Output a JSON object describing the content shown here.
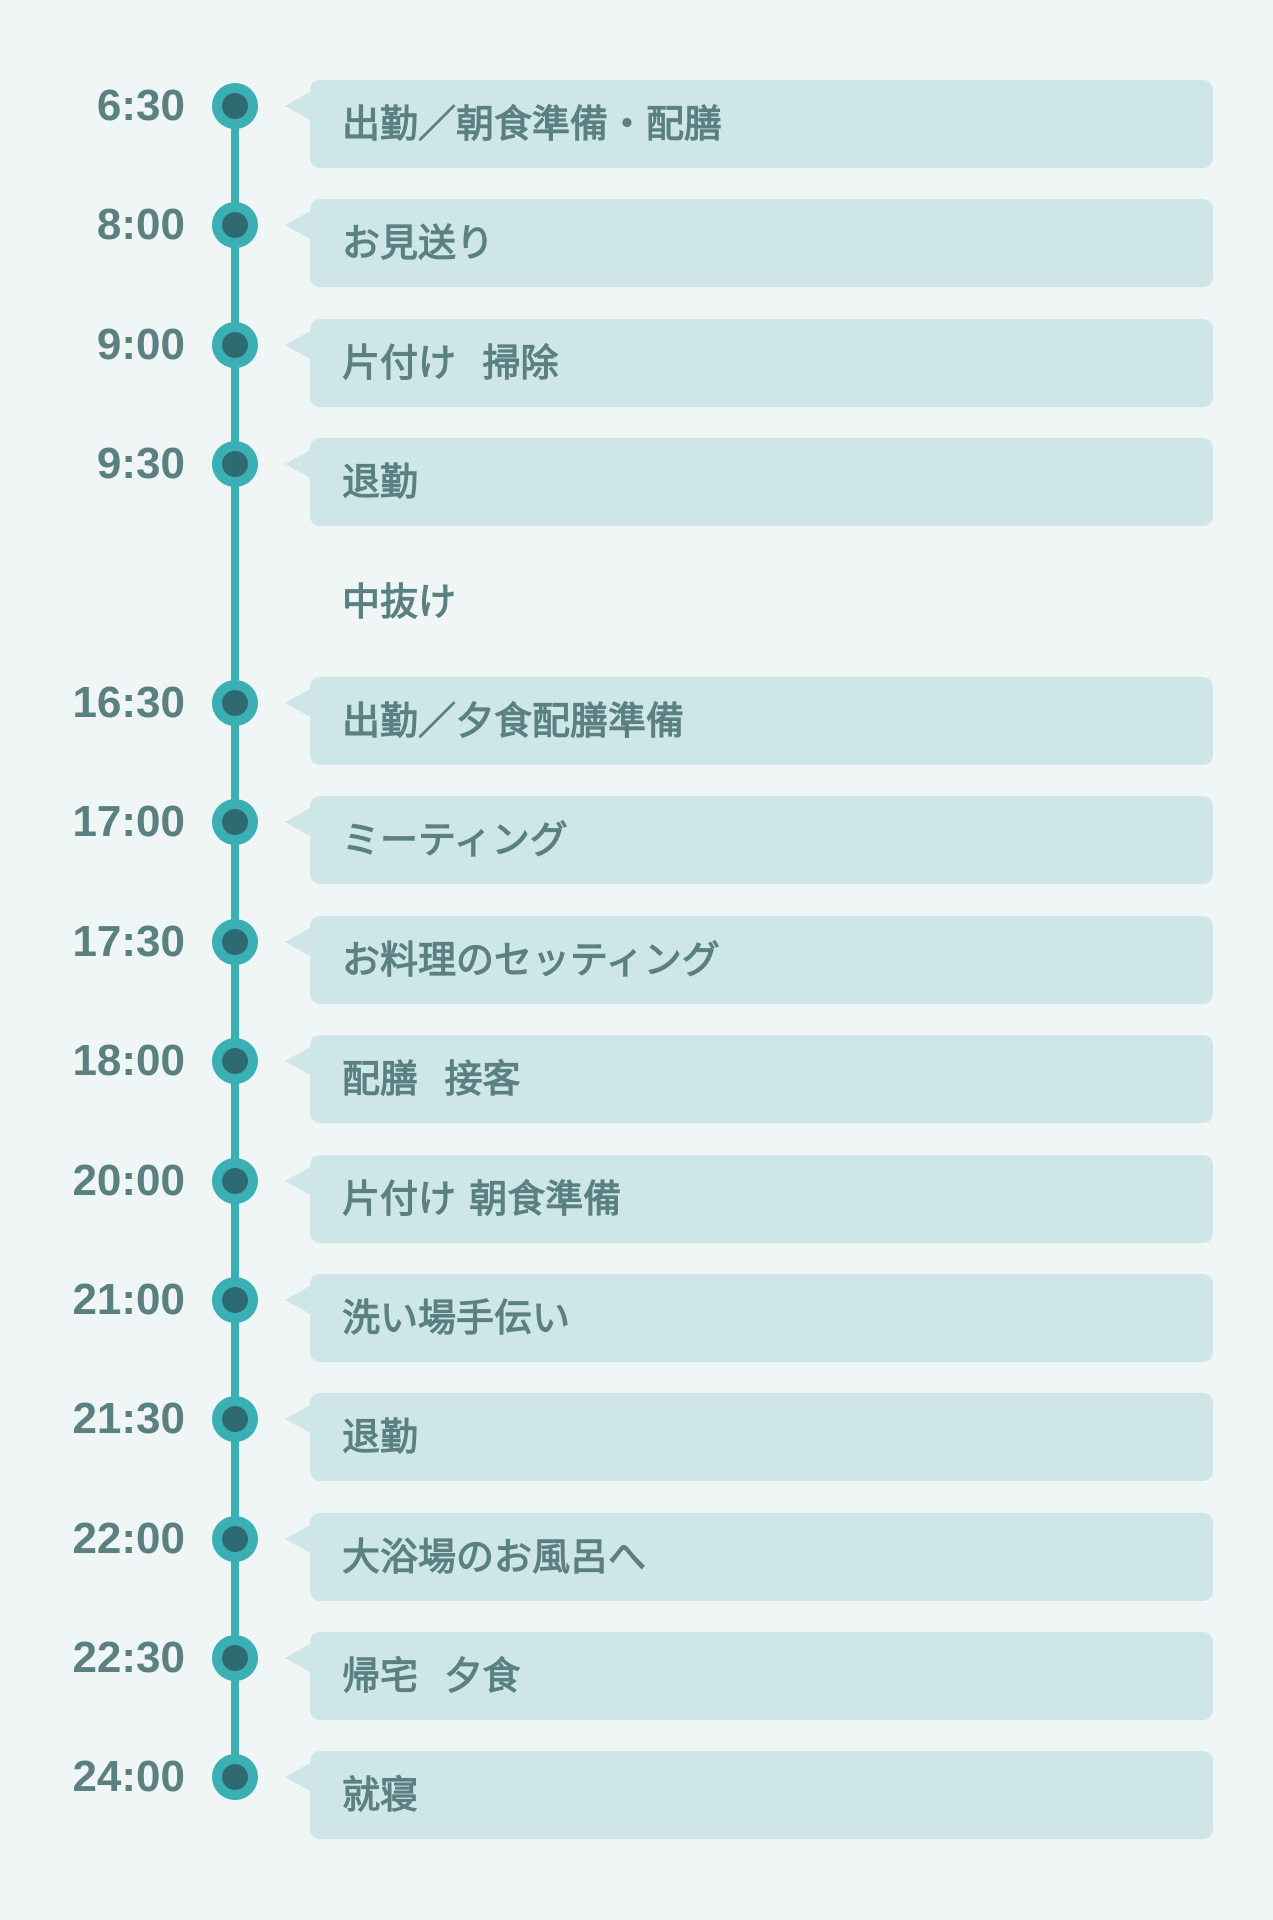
{
  "colors": {
    "background": "#f0f5f6",
    "track": "#3ab0b5",
    "dot_inner": "#2e6a72",
    "bubble": "#cfe6e9",
    "text": "#5b8082"
  },
  "schedule": [
    {
      "time": "6:30",
      "label": "出勤／朝食準備・配膳"
    },
    {
      "time": "8:00",
      "label": "お見送り"
    },
    {
      "time": "9:00",
      "label": "片付け  掃除"
    },
    {
      "time": "9:30",
      "label": "退勤"
    },
    {
      "time": "",
      "label": "中抜け"
    },
    {
      "time": "16:30",
      "label": "出勤／夕食配膳準備"
    },
    {
      "time": "17:00",
      "label": "ミーティング"
    },
    {
      "time": "17:30",
      "label": "お料理のセッティング"
    },
    {
      "time": "18:00",
      "label": "配膳  接客"
    },
    {
      "time": "20:00",
      "label": "片付け 朝食準備"
    },
    {
      "time": "21:00",
      "label": "洗い場手伝い"
    },
    {
      "time": "21:30",
      "label": "退勤"
    },
    {
      "time": "22:00",
      "label": "大浴場のお風呂へ"
    },
    {
      "time": "22:30",
      "label": "帰宅  夕食"
    },
    {
      "time": "24:00",
      "label": "就寝"
    }
  ]
}
